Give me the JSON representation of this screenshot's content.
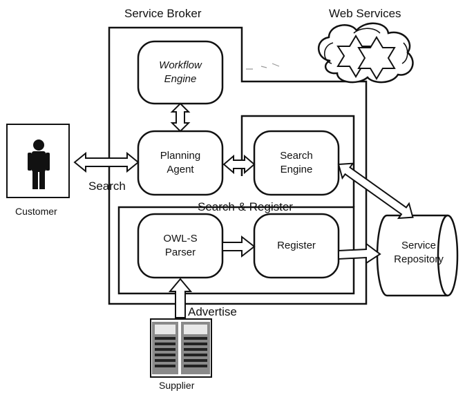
{
  "labels": {
    "service_broker": "Service Broker",
    "web_services": "Web Services",
    "search": "Search",
    "search_register": "Search & Register",
    "advertise": "Advertise",
    "customer": "Customer",
    "supplier": "Supplier"
  },
  "nodes": {
    "workflow_engine": [
      "Workflow",
      "Engine"
    ],
    "planning_agent": [
      "Planning",
      "Agent"
    ],
    "search_engine": [
      "Search",
      "Engine"
    ],
    "owls_parser": [
      "OWL-S",
      "Parser"
    ],
    "register": [
      "Register"
    ],
    "service_repository": [
      "Service",
      "Repository"
    ]
  }
}
